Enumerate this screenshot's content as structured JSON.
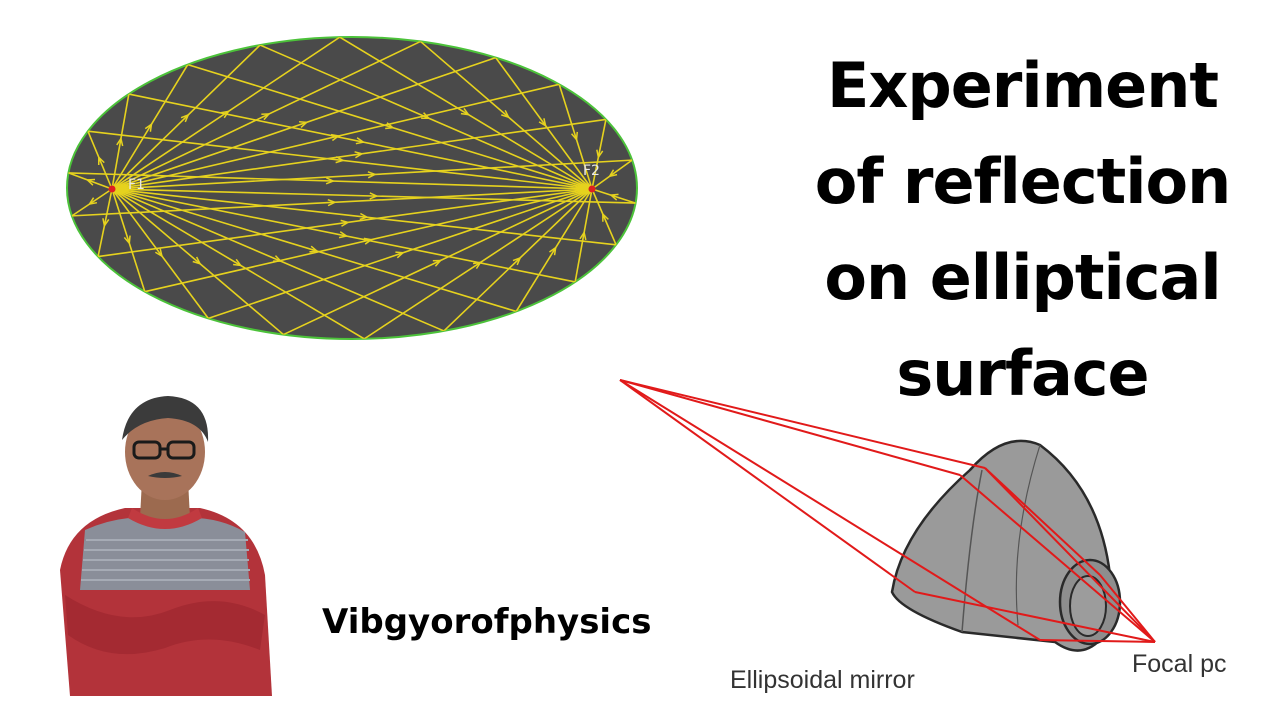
{
  "title": {
    "lines": [
      "Experiment",
      "of reflection",
      "on elliptical",
      "surface"
    ]
  },
  "channel": {
    "name": "Vibgyorofphysics"
  },
  "ellipse_diagram": {
    "focus1_label": "F1",
    "focus2_label": "F2",
    "colors": {
      "background": "#4a4a4a",
      "border": "#4cc23a",
      "rays": "#e6d21e",
      "focus": "#e02020"
    }
  },
  "mirror_diagram": {
    "mirror_label": "Ellipsoidal mirror",
    "focal_label": "Focal pc",
    "colors": {
      "mirror_fill": "#9a9a9a",
      "rays": "#e11a1a"
    }
  },
  "presenter": {
    "icon": "presenter-photo"
  }
}
